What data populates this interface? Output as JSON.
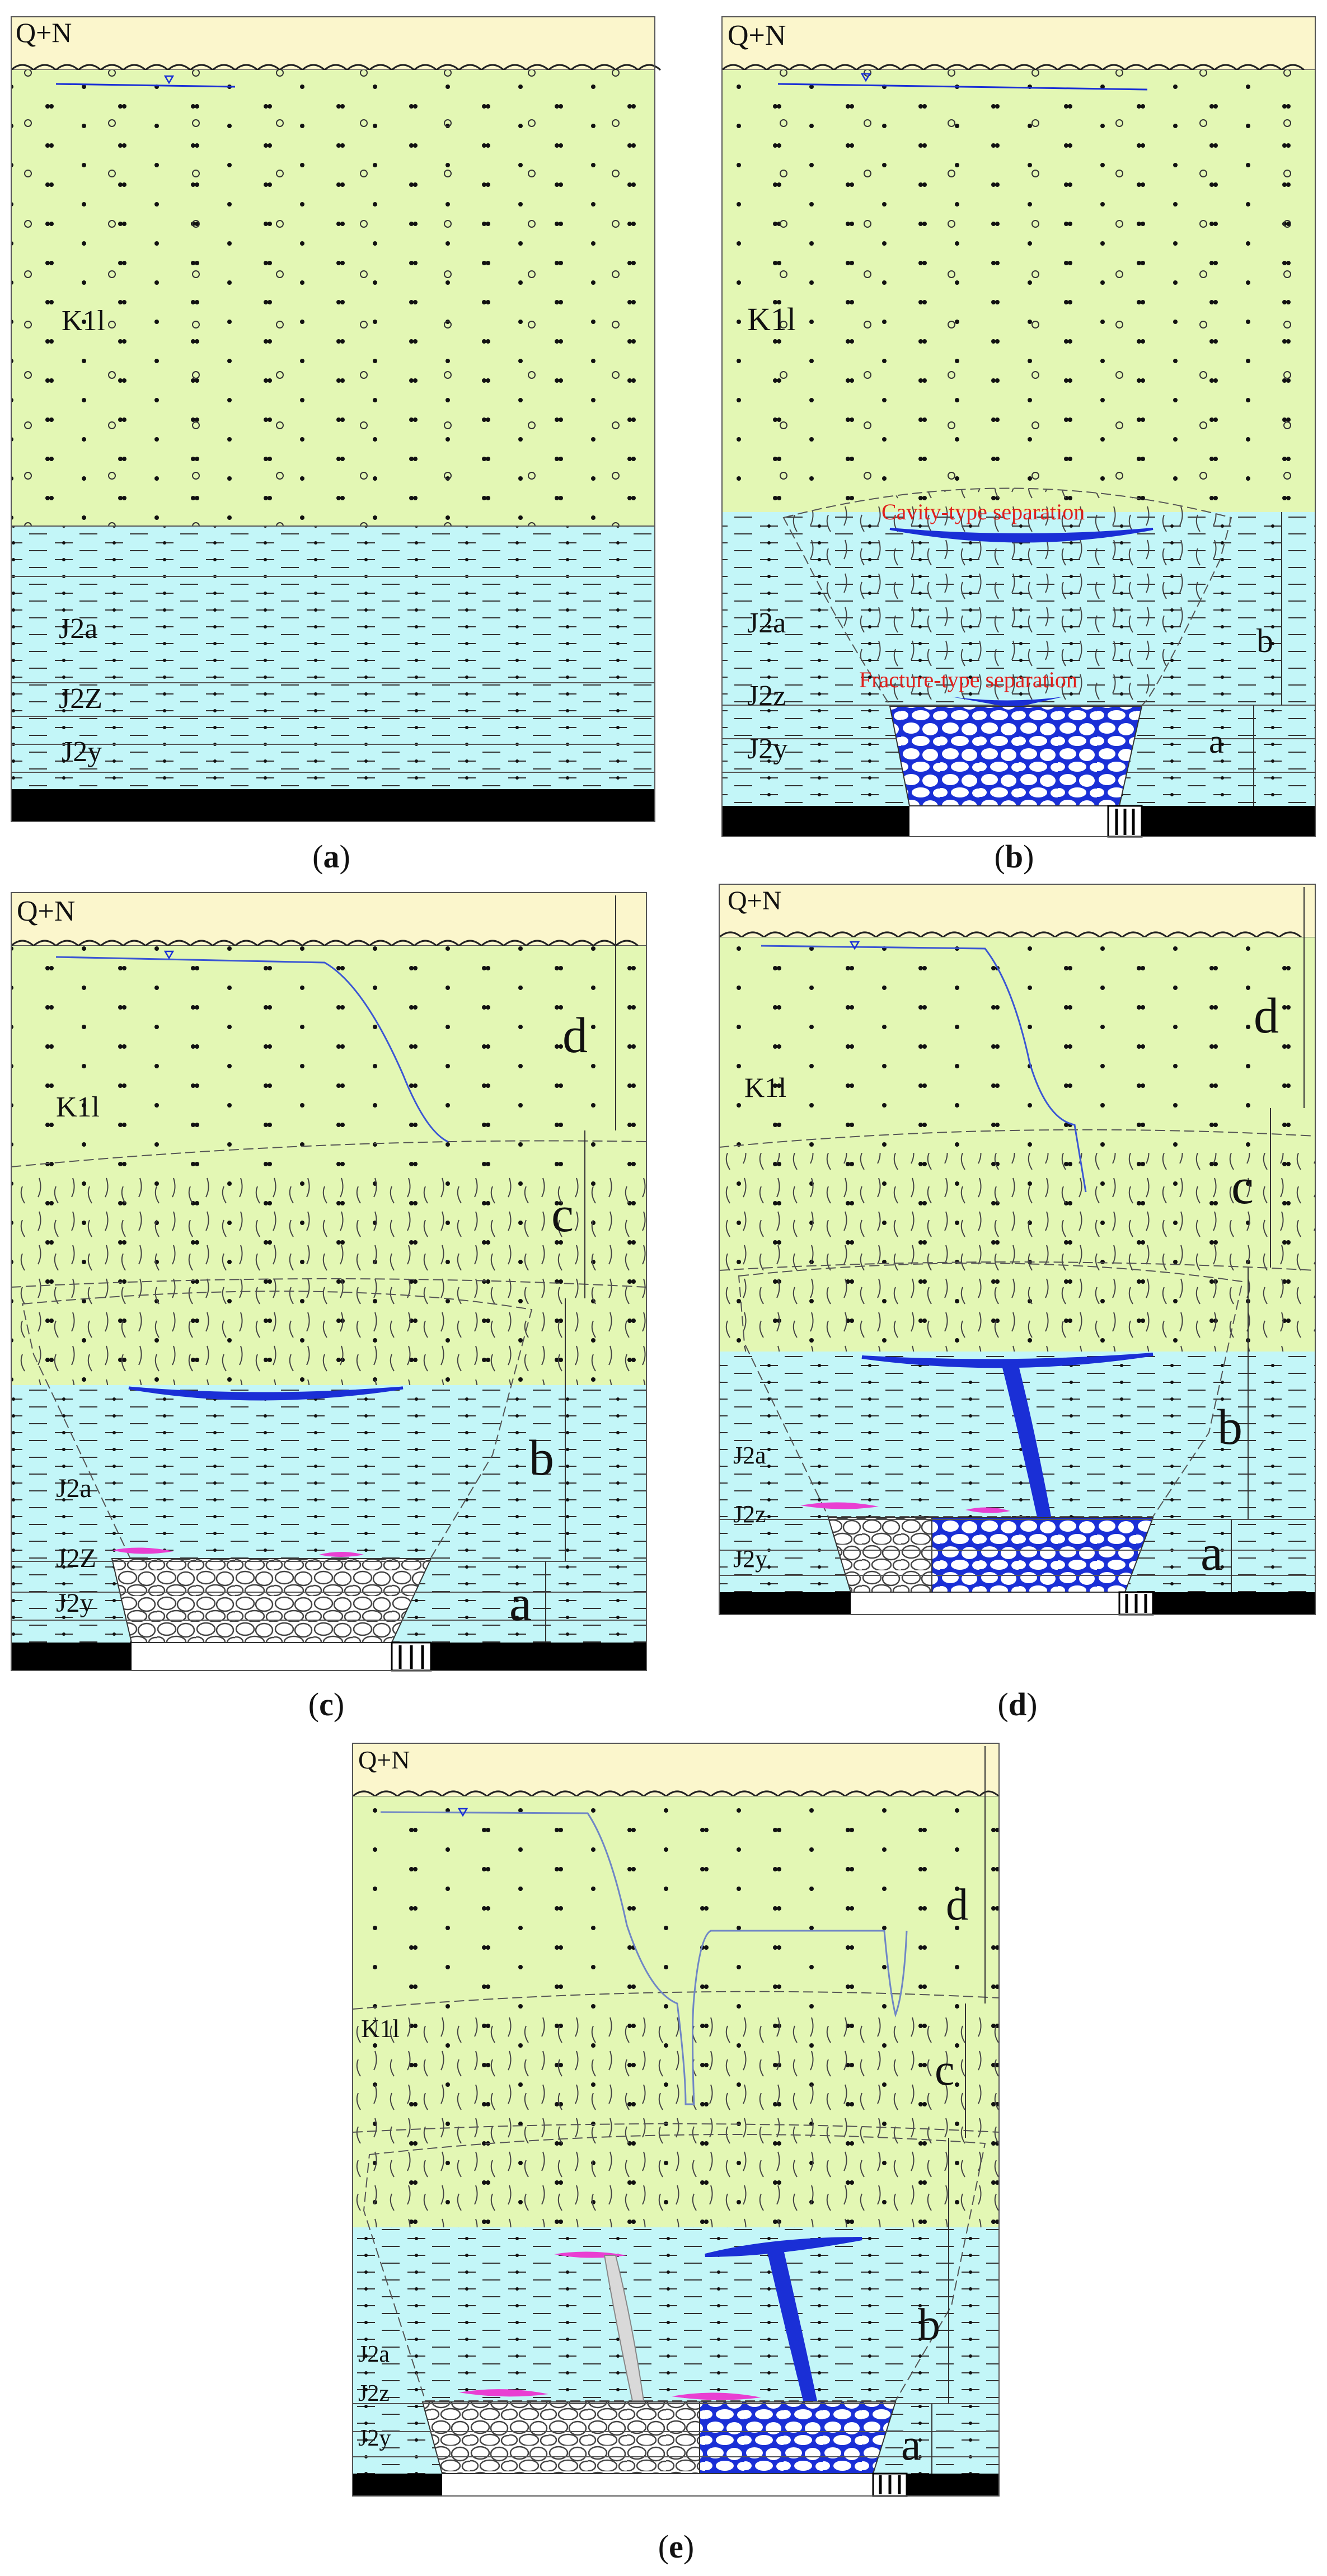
{
  "panels": [
    {
      "id": "a",
      "caption_open": "(",
      "caption_letter": "a",
      "caption_close": ")",
      "labels": {
        "top": "Q+N",
        "k1l": "K1l",
        "j2a": "J2a",
        "j2z": "J2Z",
        "j2y": "J2y"
      }
    },
    {
      "id": "b",
      "caption_open": "(",
      "caption_letter": "b",
      "caption_close": ")",
      "labels": {
        "top": "Q+N",
        "k1l": "K1l",
        "j2a": "J2a",
        "j2z": "J2z",
        "j2y": "J2y"
      },
      "annotations": {
        "cavity": "Cavity-type separation",
        "fracture": "Fracture-type separation"
      },
      "zones": {
        "b": "b",
        "a": "a"
      }
    },
    {
      "id": "c",
      "caption_open": "(",
      "caption_letter": "c",
      "caption_close": ")",
      "labels": {
        "top": "Q+N",
        "k1l": "K1l",
        "j2a": "J2a",
        "j2z": "J2Z",
        "j2y": "J2y"
      },
      "zones": {
        "d": "d",
        "c": "c",
        "b": "b",
        "a": "a"
      }
    },
    {
      "id": "d",
      "caption_open": "(",
      "caption_letter": "d",
      "caption_close": ")",
      "labels": {
        "top": "Q+N",
        "k1l": "K1l",
        "j2a": "J2a",
        "j2z": "J2z",
        "j2y": "J2y"
      },
      "zones": {
        "d": "d",
        "c": "c",
        "b": "b",
        "a": "a"
      }
    },
    {
      "id": "e",
      "caption_open": "(",
      "caption_letter": "e",
      "caption_close": ")",
      "labels": {
        "top": "Q+N",
        "k1l": "K1l",
        "j2a": "J2a",
        "j2z": "J2z",
        "j2y": "J2y"
      },
      "zones": {
        "d": "d",
        "c": "c",
        "b": "b",
        "a": "a"
      }
    }
  ],
  "colors": {
    "topsoil": "#fbf6cc",
    "k1l": "#e3f7b4",
    "j2": "#c3f6f8",
    "j2_dark": "#a9edf0",
    "water": "#1a2fd6",
    "magenta": "#e93fd2",
    "coal": "#000000"
  }
}
